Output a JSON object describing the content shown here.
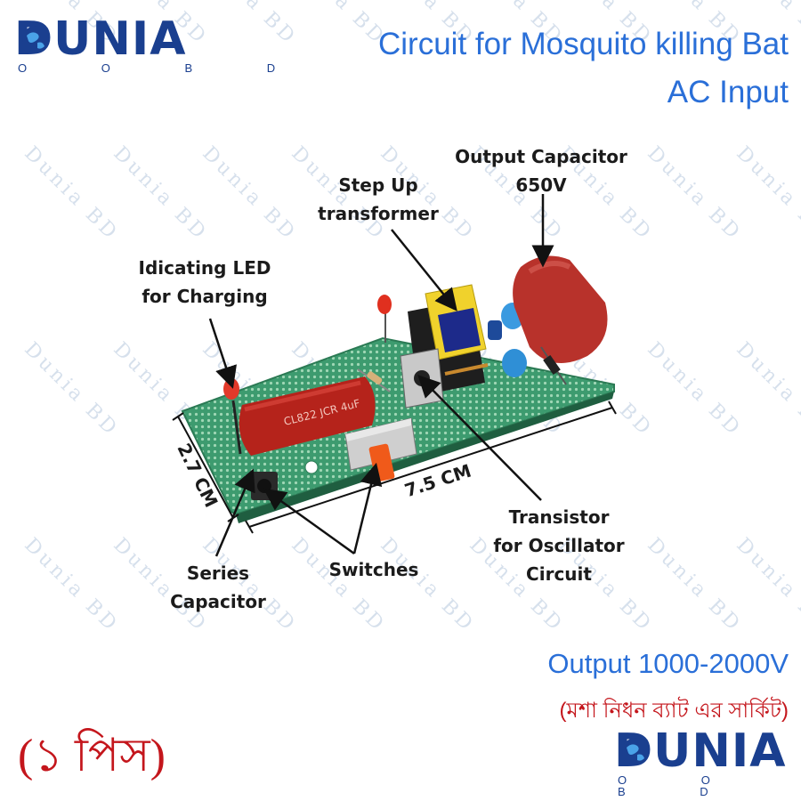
{
  "brand": {
    "name": "DUNIA",
    "sub": "O O B D"
  },
  "title_line1": "Circuit for Mosquito killing Bat",
  "title_line2": "AC Input",
  "labels": {
    "output_cap_1": "Output Capacitor",
    "output_cap_2": "650V",
    "step_up_1": "Step Up",
    "step_up_2": "transformer",
    "led_1": "Idicating LED",
    "led_2": "for Charging",
    "width_dim": "2.7 CM",
    "length_dim": "7.5 CM",
    "transistor_1": "Transistor",
    "transistor_2": "for Oscillator",
    "transistor_3": "Circuit",
    "series_1": "Series",
    "series_2": "Capacitor",
    "switches": "Switches"
  },
  "board_marking": "CL822 JCR 4uF",
  "output_line": "Output 1000-2000V",
  "bangla_line": "(মশা নিধন ব্যাট এর সার্কিট)",
  "piece_line": "(১ পিস)",
  "watermark": "Dunia BD",
  "colors": {
    "blue": "#2a6fd8",
    "red": "#c4161c",
    "navy": "#1a3f8f"
  }
}
